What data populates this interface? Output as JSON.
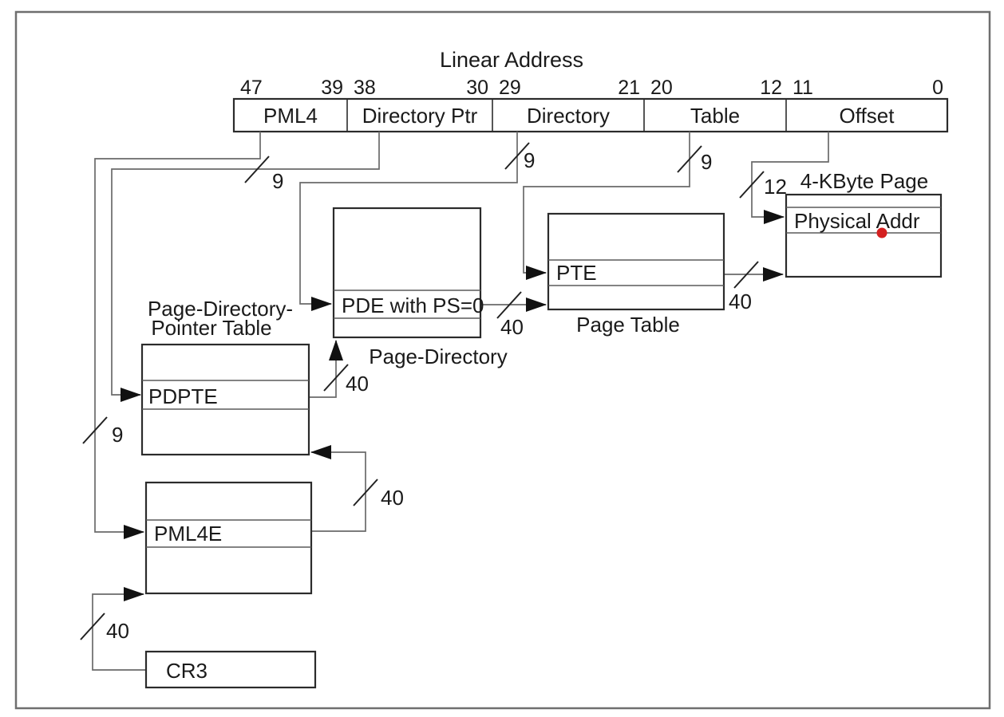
{
  "linear_address": {
    "title": "Linear Address",
    "fields": [
      {
        "label": "PML4",
        "bit_high": "47",
        "bit_low": "39"
      },
      {
        "label": "Directory Ptr",
        "bit_high": "38",
        "bit_low": "30"
      },
      {
        "label": "Directory",
        "bit_high": "29",
        "bit_low": "21"
      },
      {
        "label": "Table",
        "bit_high": "20",
        "bit_low": "12"
      },
      {
        "label": "Offset",
        "bit_high": "11",
        "bit_low": "0"
      }
    ]
  },
  "structures": {
    "pdpt": {
      "title_line1": "Page-Directory-",
      "title_line2": "Pointer Table",
      "entry": "PDPTE"
    },
    "page_directory": {
      "title": "Page-Directory",
      "entry": "PDE with PS=0"
    },
    "page_table": {
      "title": "Page Table",
      "entry": "PTE"
    },
    "page_4k": {
      "title": "4-KByte Page",
      "entry": "Physical Addr"
    },
    "pml4_table": {
      "entry": "PML4E"
    },
    "cr3": {
      "label": "CR3"
    }
  },
  "bus_widths": {
    "pml4_index": "9",
    "directory_ptr_index": "9",
    "directory_index": "9",
    "table_index": "9",
    "page_offset": "12",
    "cr3_to_pml4": "40",
    "pml4e_to_pdpt": "40",
    "pdpte_to_page_directory": "40",
    "pde_to_page_table": "40",
    "pte_to_page": "40"
  },
  "colors": {
    "dot": "#d42020",
    "wire": "#6a6a6a",
    "box_border": "#2b2b2b",
    "frame": "#6f6f6f"
  }
}
